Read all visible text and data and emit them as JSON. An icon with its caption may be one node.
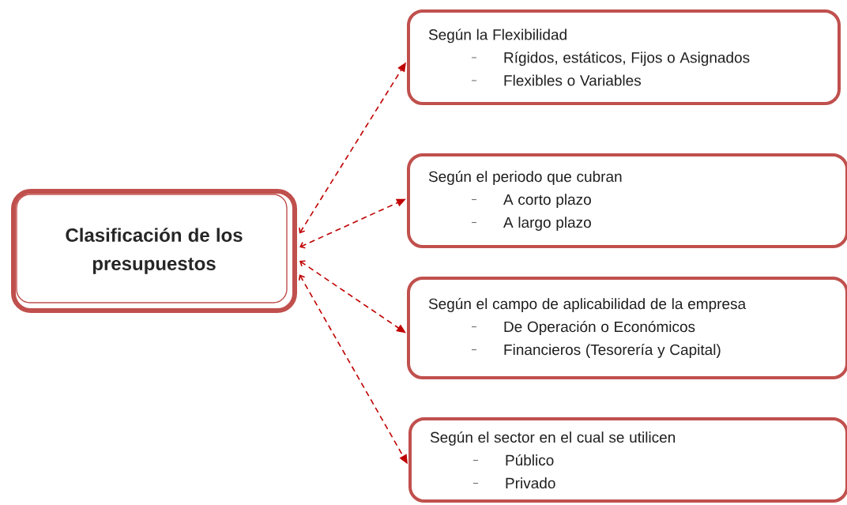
{
  "diagram": {
    "nodes": [
      {
        "text": [
          "Clasificación de los presupuestos"
        ]
      },
      {
        "text": [
          "Según la Flexibilidad",
          "Rígidos, estáticos, Fijos o Asignados",
          "Flexibles o Variables"
        ]
      },
      {
        "text": [
          "Según el periodo que cubran",
          "A corto plazo",
          "A largo plazo"
        ]
      },
      {
        "text": [
          "Según el campo de aplicabilidad de la empresa",
          "De Operación o Económicos",
          "Financieros (Tesorería y Capital)"
        ]
      },
      {
        "text": [
          "Según el sector en el cual se utilicen",
          "Público",
          "Privado"
        ]
      }
    ],
    "edges": [
      {
        "from": 0,
        "to": 1,
        "arrow": "both",
        "style": "dashed"
      },
      {
        "from": 0,
        "to": 2,
        "arrow": "both",
        "style": "dashed"
      },
      {
        "from": 0,
        "to": 3,
        "arrow": "both",
        "style": "dashed"
      },
      {
        "from": 0,
        "to": 4,
        "arrow": "both",
        "style": "dashed"
      }
    ]
  }
}
